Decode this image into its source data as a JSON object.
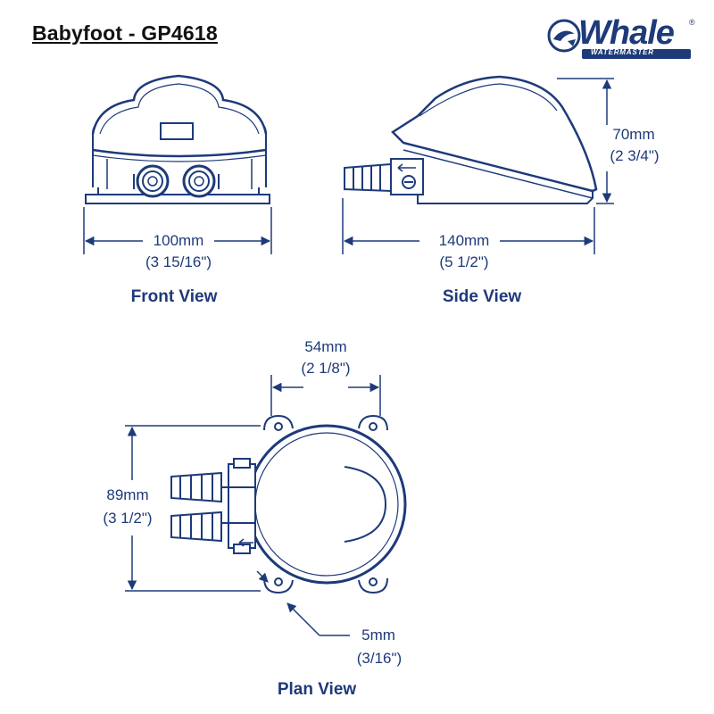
{
  "title": "Babyfoot - GP4618",
  "logo": {
    "word": "Whale",
    "sub": "WATERMASTER",
    "registered": "®"
  },
  "colors": {
    "ink": "#1d3a7a",
    "title": "#111111"
  },
  "front_view": {
    "label": "Front View",
    "width_mm": "100mm",
    "width_in": "(3 15/16\")"
  },
  "side_view": {
    "label": "Side View",
    "length_mm": "140mm",
    "length_in": "(5 1/2\")",
    "height_mm": "70mm",
    "height_in": "(2 3/4\")"
  },
  "plan_view": {
    "label": "Plan View",
    "spacing_mm": "54mm",
    "spacing_in": "(2 1/8\")",
    "depth_mm": "89mm",
    "depth_in": "(3 1/2\")",
    "hole_mm": "5mm",
    "hole_in": "(3/16\")"
  }
}
